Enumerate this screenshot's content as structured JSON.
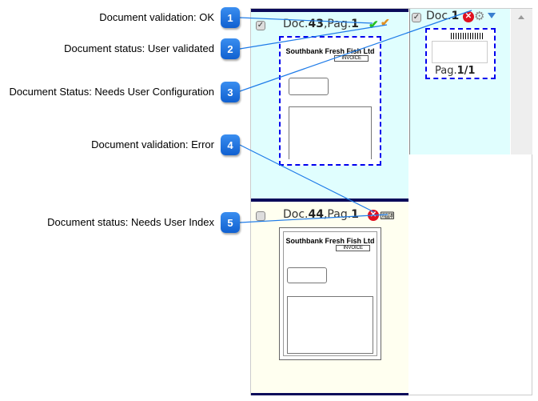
{
  "callouts": [
    {
      "number": "1",
      "label": "Document validation: OK"
    },
    {
      "number": "2",
      "label": "Document status: User validated"
    },
    {
      "number": "3",
      "label": "Document Status: Needs User Configuration"
    },
    {
      "number": "4",
      "label": "Document validation: Error"
    },
    {
      "number": "5",
      "label": "Document status: Needs User Index"
    }
  ],
  "documents": [
    {
      "doc_label": "Doc.",
      "doc_num": "43",
      "page_label": ",Pag.",
      "page_num": "1",
      "checked": true,
      "company": "Southbank Fresh Fish Ltd",
      "invoice": "INVOICE"
    },
    {
      "doc_label": "Doc.",
      "doc_num": "44",
      "page_label": ",Pag.",
      "page_num": "1",
      "checked": false,
      "company": "Southbank Fresh Fish Ltd",
      "invoice": "INVOICE"
    }
  ],
  "right_doc": {
    "doc_label": "Doc.",
    "doc_num": "1",
    "page_label": "Pag.",
    "page_num": "1/1"
  },
  "colors": {
    "badge": "#1a6fe0",
    "line": "#1e7be8",
    "selection": "#0000ee",
    "panel_bg": "#e0fefe",
    "border": "#0a0a5a"
  }
}
